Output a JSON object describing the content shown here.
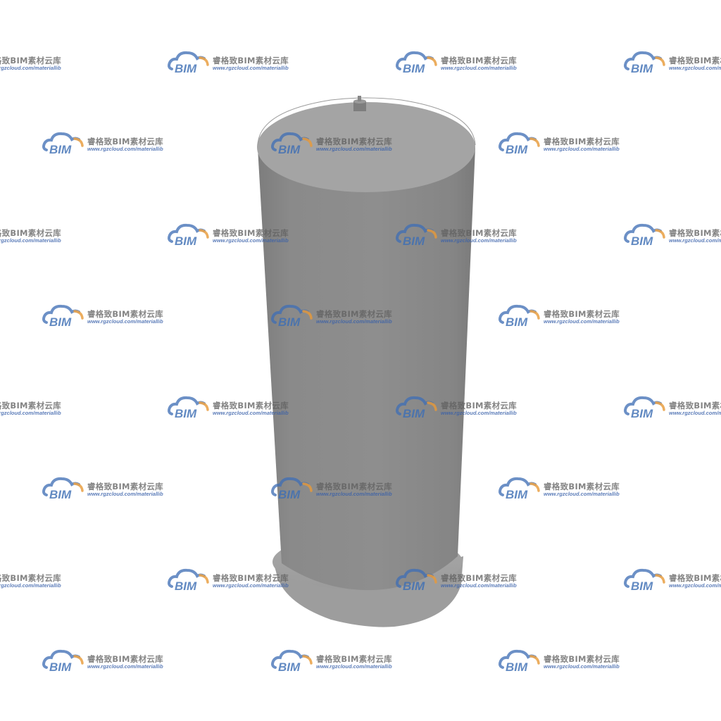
{
  "scene": {
    "subject": "cylindrical-tank-model",
    "colors": {
      "background": "#ffffff",
      "body": "#8a8a8a",
      "top_cap": "#a3a3a3",
      "base_flange": "#a8a8a8"
    }
  },
  "watermark": {
    "brand_text": "睿格致BIM素材云库",
    "url_text": "www.rgzcloud.com/materiallib",
    "logo_text": "BIM",
    "logo_colors": {
      "cloud_blue": "#3f6fb5",
      "arc_orange": "#e89a3a"
    }
  }
}
